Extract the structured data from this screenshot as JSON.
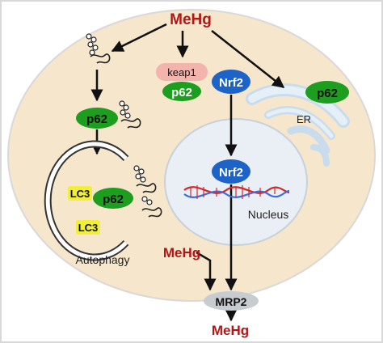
{
  "labels": {
    "mehg_top": "MeHg",
    "keap1": "keap1",
    "p62_center": "p62",
    "nrf2_cyto": "Nrf2",
    "p62_er": "p62",
    "er": "ER",
    "p62_left": "p62",
    "lc3_top": "LC3",
    "p62_autophagy": "p62",
    "lc3_bottom": "LC3",
    "autophagy": "Autophagy",
    "nrf2_nucleus": "Nrf2",
    "nucleus": "Nucleus",
    "mehg_lower": "MeHg",
    "mrp2": "MRP2",
    "mehg_bottom": "MeHg"
  },
  "colors": {
    "cell_fill": "#f5e6cc",
    "cell_border": "#d9d9d9",
    "nucleus_fill": "#e9eff4",
    "er_fill": "#dce9f3",
    "p62_green": "#1e9e1e",
    "nrf2_blue": "#1e63c8",
    "keap1_pink": "#f3b4ae",
    "lc3_yellow": "#f2ee3c",
    "mrp2_gray": "#c7ccd0",
    "mehg_red": "#b01818",
    "dna_red": "#d2282d",
    "dna_blue": "#3a6fd8"
  }
}
